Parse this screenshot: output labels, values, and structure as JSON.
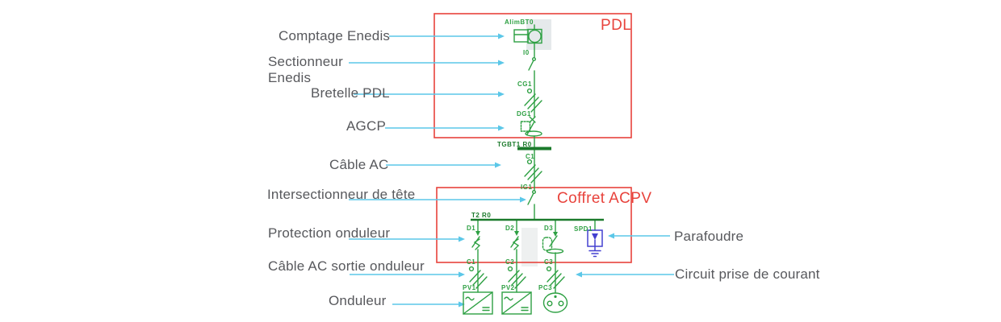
{
  "schematic": {
    "zones": {
      "pdl": "PDL",
      "coffret_acpv": "Coffret ACPV"
    },
    "callouts": [
      {
        "id": "comptage-enedis",
        "label": "Comptage Enedis"
      },
      {
        "id": "sectionneur-enedis",
        "label": "Sectionneur Enedis"
      },
      {
        "id": "bretelle-pdl",
        "label": "Bretelle PDL"
      },
      {
        "id": "agcp",
        "label": "AGCP"
      },
      {
        "id": "cable-ac",
        "label": "Câble AC"
      },
      {
        "id": "intersectionneur",
        "label": "Intersectionneur de tête"
      },
      {
        "id": "protection-onduleur",
        "label": "Protection onduleur"
      },
      {
        "id": "cable-ac-sortie",
        "label": "Câble AC sortie onduleur"
      },
      {
        "id": "onduleur",
        "label": "Onduleur"
      },
      {
        "id": "parafoudre",
        "label": "Parafoudre"
      },
      {
        "id": "circuit-prise",
        "label": "Circuit prise de courant"
      }
    ],
    "components": {
      "alim": "AlimBT0",
      "i0": "I0",
      "cg1": "CG1",
      "dg1": "DG1",
      "tgbt": "TGBT1 R0",
      "c1_top": "C1",
      "ig1": "IG1",
      "t2": "T2 R0",
      "d1": "D1",
      "d2": "D2",
      "d3": "D3",
      "spd1": "SPD1",
      "c1": "C1",
      "c2": "C2",
      "c3": "C3",
      "pv1": "PV1",
      "pv2": "PV2",
      "pc3": "PC3"
    },
    "colors": {
      "line_green": "#2EA043",
      "busbar_green": "#1B7A2B",
      "zone_red": "#E8433C",
      "arrow_cyan": "#5BC7E8",
      "label_gray": "#57585C",
      "spd_blue": "#4340D0"
    }
  }
}
